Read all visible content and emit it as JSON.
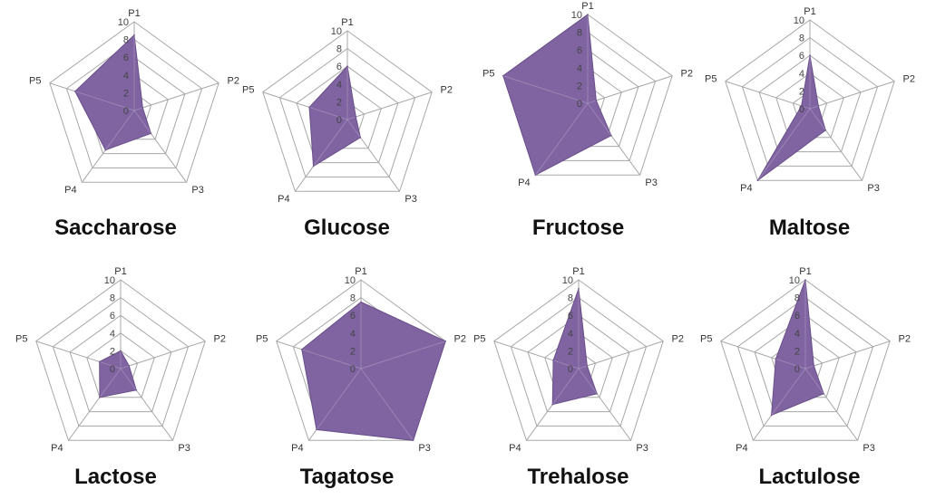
{
  "colors": {
    "area_fill": "#8064a2",
    "area_stroke": "#6a4f8a",
    "grid": "#a8a8a8",
    "text": "#111111"
  },
  "chart_data": [
    {
      "type": "radar",
      "title": "Saccharose",
      "axes": [
        "P1",
        "P2",
        "P3",
        "P4",
        "P5"
      ],
      "ticks": [
        "0",
        "2",
        "4",
        "6",
        "8",
        "10"
      ],
      "ylim": [
        0,
        10
      ],
      "values": [
        8.5,
        1.0,
        3.2,
        5.5,
        7.0
      ]
    },
    {
      "type": "radar",
      "title": "Glucose",
      "axes": [
        "P1",
        "P2",
        "P3",
        "P4",
        "P5"
      ],
      "ticks": [
        "0",
        "2",
        "4",
        "6",
        "8",
        "10"
      ],
      "ylim": [
        0,
        10
      ],
      "values": [
        6.0,
        1.0,
        2.5,
        6.5,
        4.5
      ]
    },
    {
      "type": "radar",
      "title": "Fructose",
      "axes": [
        "P1",
        "P2",
        "P3",
        "P4",
        "P5"
      ],
      "ticks": [
        "0",
        "2",
        "4",
        "6",
        "8",
        "10"
      ],
      "ylim": [
        0,
        10
      ],
      "values": [
        10.0,
        1.0,
        4.5,
        10.0,
        10.0
      ]
    },
    {
      "type": "radar",
      "title": "Maltose",
      "axes": [
        "P1",
        "P2",
        "P3",
        "P4",
        "P5"
      ],
      "ticks": [
        "0",
        "2",
        "4",
        "6",
        "8",
        "10"
      ],
      "ylim": [
        0,
        10
      ],
      "values": [
        6.0,
        1.0,
        3.0,
        10.0,
        1.0
      ]
    },
    {
      "type": "radar",
      "title": "Lactose",
      "axes": [
        "P1",
        "P2",
        "P3",
        "P4",
        "P5"
      ],
      "ticks": [
        "0",
        "2",
        "4",
        "6",
        "8",
        "10"
      ],
      "ylim": [
        0,
        10
      ],
      "values": [
        2.0,
        1.0,
        3.0,
        4.0,
        2.5
      ]
    },
    {
      "type": "radar",
      "title": "Tagatose",
      "axes": [
        "P1",
        "P2",
        "P3",
        "P4",
        "P5"
      ],
      "ticks": [
        "0",
        "2",
        "4",
        "6",
        "8",
        "10"
      ],
      "ylim": [
        0,
        10
      ],
      "values": [
        7.5,
        10.0,
        10.0,
        8.5,
        7.0
      ]
    },
    {
      "type": "radar",
      "title": "Trehalose",
      "axes": [
        "P1",
        "P2",
        "P3",
        "P4",
        "P5"
      ],
      "ticks": [
        "0",
        "2",
        "4",
        "6",
        "8",
        "10"
      ],
      "ylim": [
        0,
        10
      ],
      "values": [
        9.0,
        1.0,
        3.5,
        5.0,
        3.0
      ]
    },
    {
      "type": "radar",
      "title": "Lactulose",
      "axes": [
        "P1",
        "P2",
        "P3",
        "P4",
        "P5"
      ],
      "ticks": [
        "0",
        "2",
        "4",
        "6",
        "8",
        "10"
      ],
      "ylim": [
        0,
        10
      ],
      "values": [
        10.0,
        1.0,
        3.5,
        6.5,
        3.5
      ]
    }
  ]
}
